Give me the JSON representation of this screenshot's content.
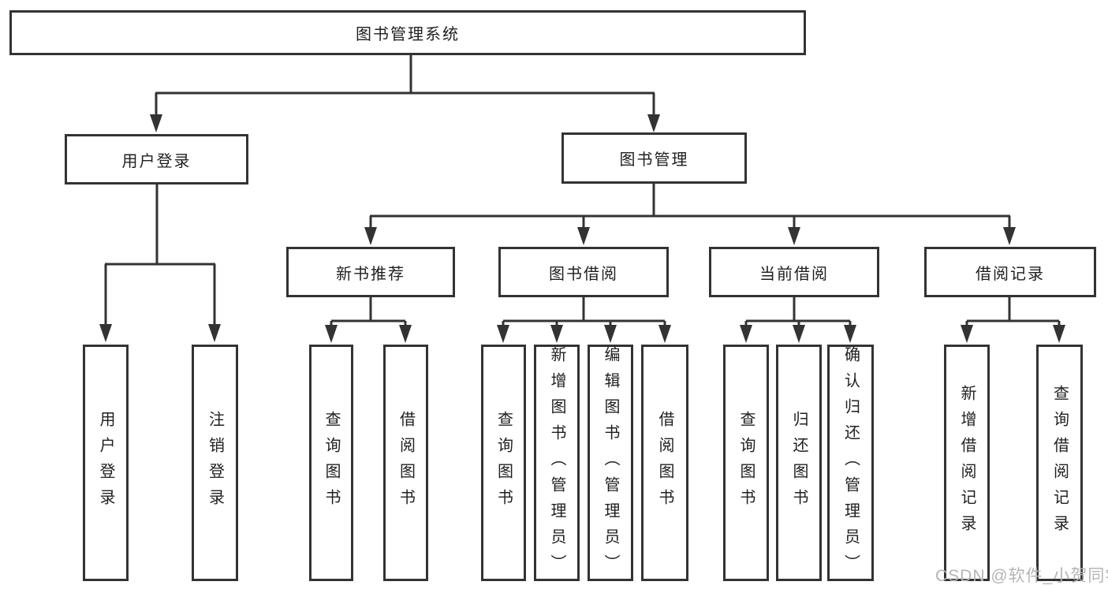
{
  "diagram": {
    "title": "图书管理系统",
    "colors": {
      "line": "#333333",
      "box_border": "#333333",
      "text": "#1f1f1f",
      "background": "#ffffff",
      "watermark": "#b5b5b5"
    },
    "tree": {
      "label": "图书管理系统",
      "children": [
        {
          "label": "用户登录",
          "children": [
            {
              "label": "用户登录"
            },
            {
              "label": "注销登录"
            }
          ]
        },
        {
          "label": "图书管理",
          "children": [
            {
              "label": "新书推荐",
              "children": [
                {
                  "label": "查询图书"
                },
                {
                  "label": "借阅图书"
                }
              ]
            },
            {
              "label": "图书借阅",
              "children": [
                {
                  "label": "查询图书"
                },
                {
                  "label": "新增图书（管理员）"
                },
                {
                  "label": "编辑图书（管理员）"
                },
                {
                  "label": "借阅图书"
                }
              ]
            },
            {
              "label": "当前借阅",
              "children": [
                {
                  "label": "查询图书"
                },
                {
                  "label": "归还图书"
                },
                {
                  "label": "确认归还（管理员）"
                }
              ]
            },
            {
              "label": "借阅记录",
              "children": [
                {
                  "label": "新增借阅记录"
                },
                {
                  "label": "查询借阅记录"
                }
              ]
            }
          ]
        }
      ]
    },
    "watermark": {
      "text": "CSDN @软件_小贺同学"
    }
  }
}
